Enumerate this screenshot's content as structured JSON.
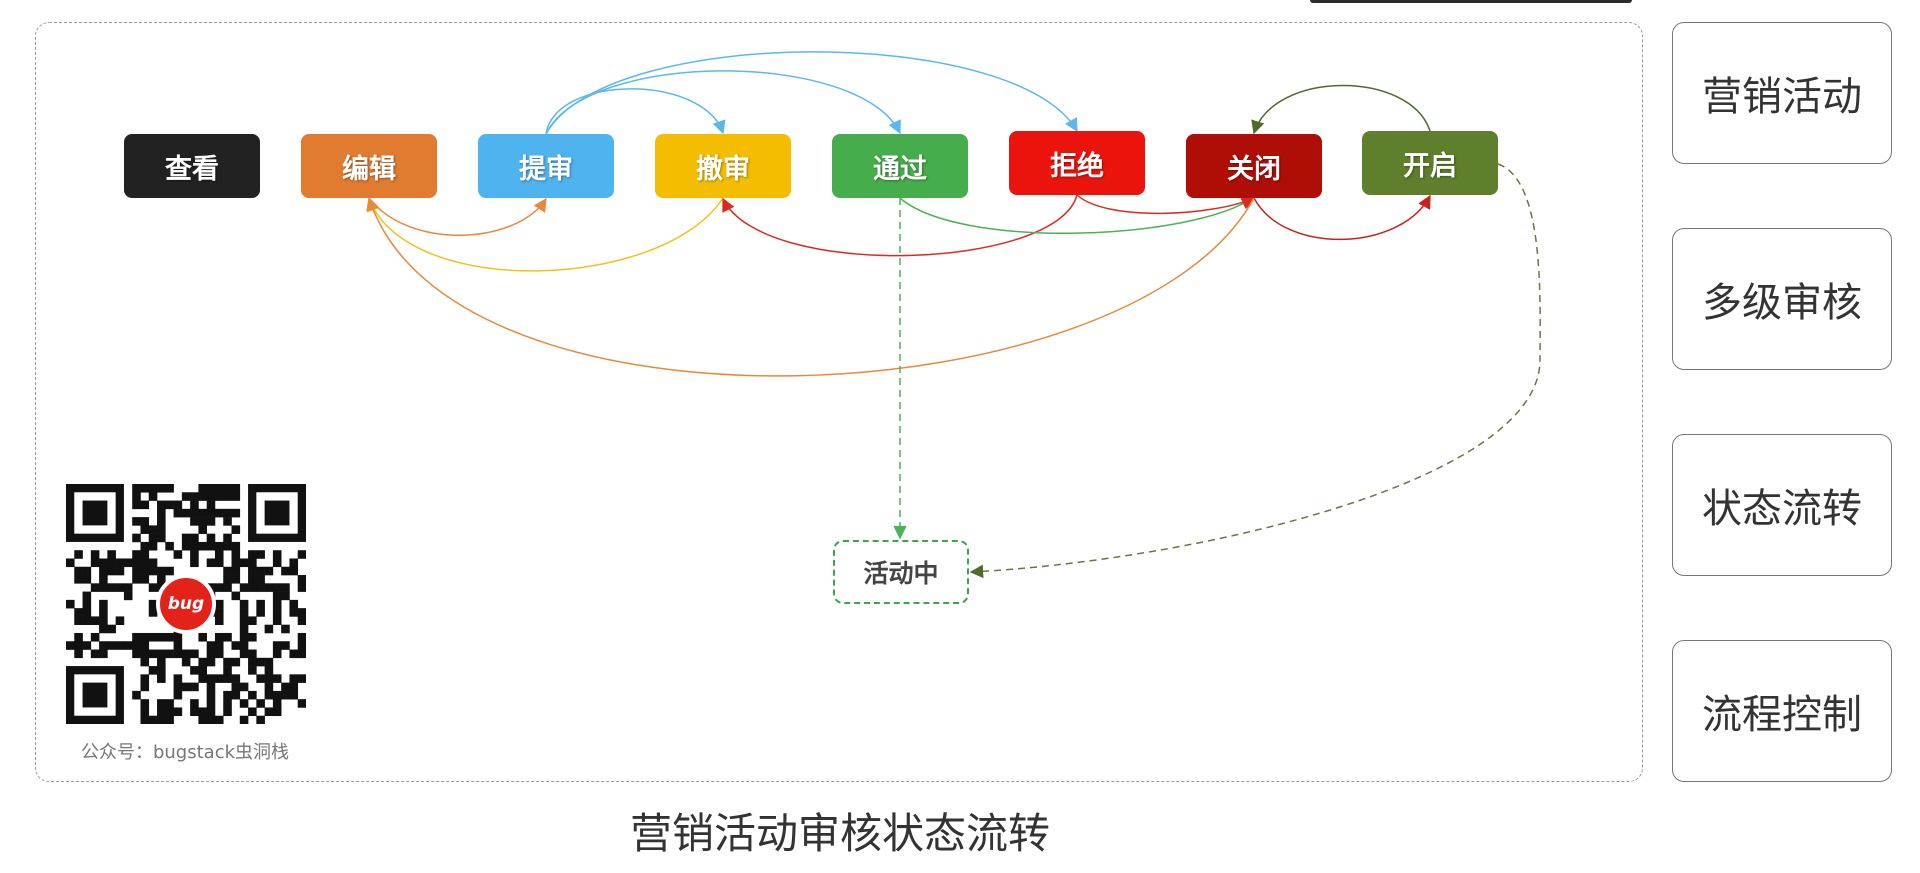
{
  "nodes": [
    {
      "id": "view",
      "label": "查看",
      "color": "#222222"
    },
    {
      "id": "edit",
      "label": "编辑",
      "color": "#e07b30"
    },
    {
      "id": "submit",
      "label": "提审",
      "color": "#4fb3f0"
    },
    {
      "id": "revoke",
      "label": "撤审",
      "color": "#f4bd00"
    },
    {
      "id": "pass",
      "label": "通过",
      "color": "#45ad4b"
    },
    {
      "id": "reject",
      "label": "拒绝",
      "color": "#ea140c"
    },
    {
      "id": "close",
      "label": "关闭",
      "color": "#ae0e06"
    },
    {
      "id": "open",
      "label": "开启",
      "color": "#5f7f2c"
    }
  ],
  "active_node": {
    "label": "活动中",
    "border_color": "#3aa848"
  },
  "side_labels": [
    "营销活动",
    "多级审核",
    "状态流转",
    "流程控制"
  ],
  "caption": "营销活动审核状态流转",
  "qr": {
    "logo_text": "bug",
    "caption": "公众号：bugstack虫洞栈"
  },
  "edge_colors": {
    "submit": "#5ab8ee",
    "edit": "#e8893a",
    "revoke": "#f2c21a",
    "pass": "#4bb356",
    "reject": "#dc2a22",
    "close": "#c8231b",
    "open": "#4e6b2a"
  }
}
